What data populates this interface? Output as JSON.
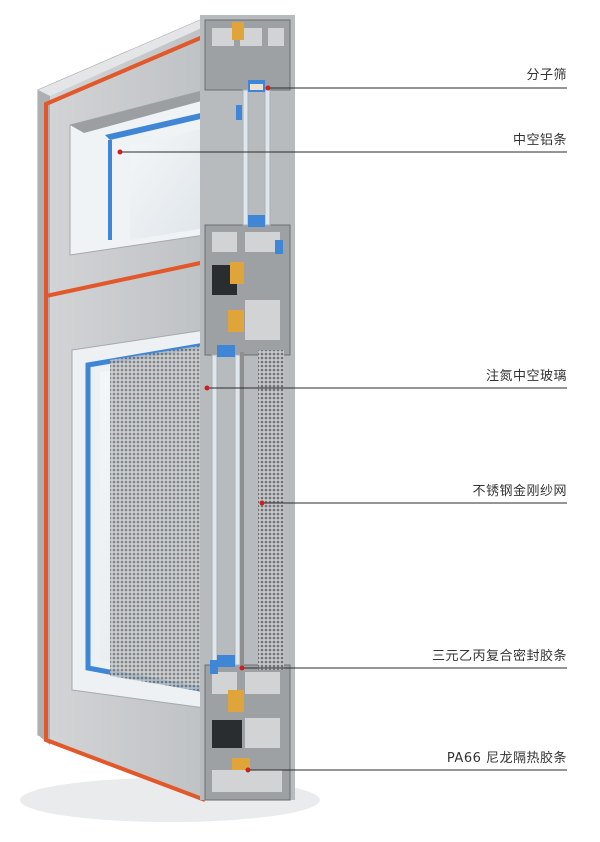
{
  "diagram": {
    "colors": {
      "frame": "#c9cbcd",
      "frame_dark": "#8f9295",
      "thermal_strip": "#e2582a",
      "aluminium_spacer": "#3f86d6",
      "gasket": "#1a1a1a",
      "glass": "#e9eff2",
      "mesh": "#8d8f91",
      "leader_line": "#2b2b2b",
      "marker_dot": "#cc1f1f"
    },
    "callouts": [
      {
        "id": "molecular-sieve",
        "label": "分子筛"
      },
      {
        "id": "hollow-aluminium-spacer",
        "label": "中空铝条"
      },
      {
        "id": "argon-insulated-glass",
        "label": "注氮中空玻璃"
      },
      {
        "id": "stainless-steel-mesh",
        "label": "不锈钢金刚纱网"
      },
      {
        "id": "epdm-composite-seal",
        "label": "三元乙丙复合密封胶条"
      },
      {
        "id": "pa66-nylon-thermal-strip",
        "label": "PA66 尼龙隔热胶条"
      }
    ]
  }
}
